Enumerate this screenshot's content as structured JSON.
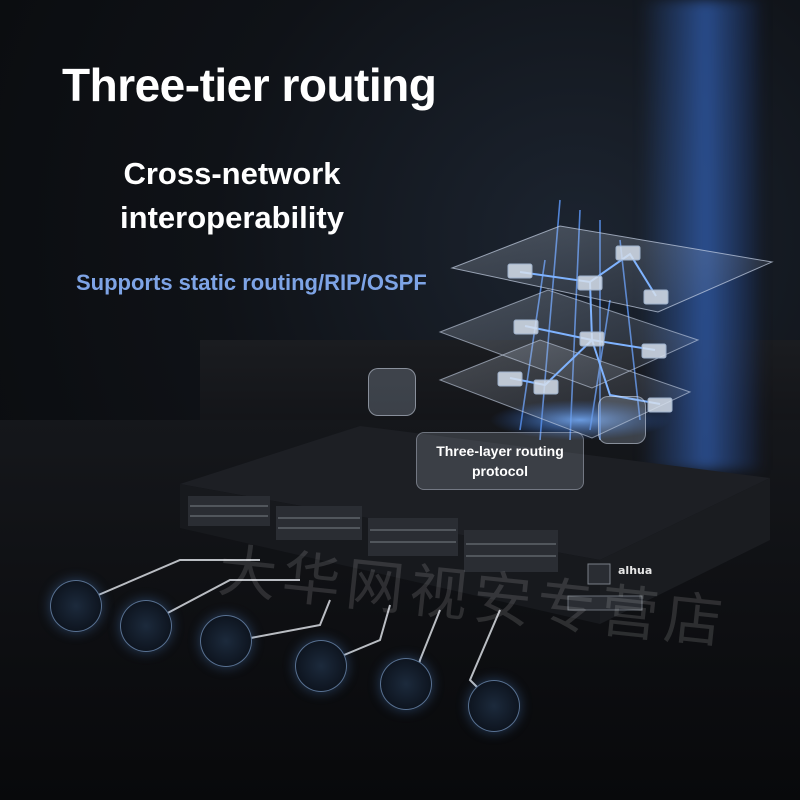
{
  "headline": "Three-tier routing",
  "subheadline_line1": "Cross-network",
  "subheadline_line2": "interoperability",
  "feature_line": "Supports static routing/RIP/OSPF",
  "callout_line1": "Three-layer routing",
  "callout_line2": "protocol",
  "brand_logo": "alhua",
  "watermark": "大华网视安专营店",
  "colors": {
    "feature_text": "#7ea4e6",
    "glow": "#4d8ef0"
  },
  "icons": [
    "cloud-routing-icon",
    "switch-arrows-icon",
    "camera-icon",
    "nvr-icon",
    "desktop-icon",
    "router-icon",
    "phone-icon",
    "laptop-icon"
  ]
}
